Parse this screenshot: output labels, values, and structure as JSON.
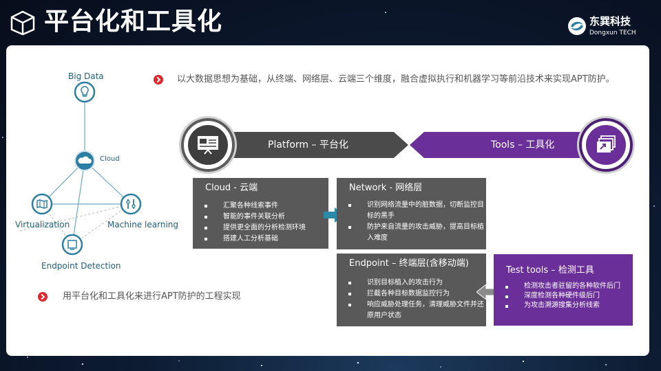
{
  "header": {
    "title": "平台化和工具化",
    "logo_cn": "东巽科技",
    "logo_en": "Dongxun TECH"
  },
  "intro": "以大数据思想为基础，从终端、网络层、云端三个维度，融合虚拟执行和机器学习等前沿技术来实现APT防护。",
  "bottom_note": "用平台化和工具化来进行APT防护的工程实现",
  "diagram": {
    "big_data": "Big Data",
    "cloud": "Cloud",
    "virtualization": "Virtualization",
    "machine_learning": "Machine learning",
    "endpoint_detection": "Endpoint Detection"
  },
  "bands": {
    "platform": "Platform – 平台化",
    "tools": "Tools – 工具化"
  },
  "boxes": {
    "cloud": {
      "title": "Cloud - 云端",
      "items": [
        "汇聚各种线索事件",
        "智能的事件关联分析",
        "提供更全面的分析检测环境",
        "搭建人工分析基础"
      ]
    },
    "network": {
      "title": "Network - 网络层",
      "items": [
        "识别网络流量中的脏数据，切断监控目标的黑手",
        "防护来自流量的攻击威胁，提高目标植入难度"
      ]
    },
    "endpoint": {
      "title": "Endpoint – 终端层(含移动端)",
      "items": [
        "识别目标植入的攻击行为",
        "拦截各种目标数据监控行为",
        "响应威胁处理任务，清理威胁文件并还原用户状态"
      ]
    },
    "test_tools": {
      "title": "Test tools – 检测工具",
      "items": [
        "检测攻击者驻留的各种软件后门",
        "深度检测各种硬件级后门",
        "为攻击溯源搜集分析线索"
      ]
    }
  },
  "colors": {
    "accent_purple": "#6a2f99",
    "box_gray": "#595959",
    "band_gray": "#4b4b4b",
    "bullet_red": "#e0282e",
    "diagram_teal": "#2a7fa3"
  }
}
